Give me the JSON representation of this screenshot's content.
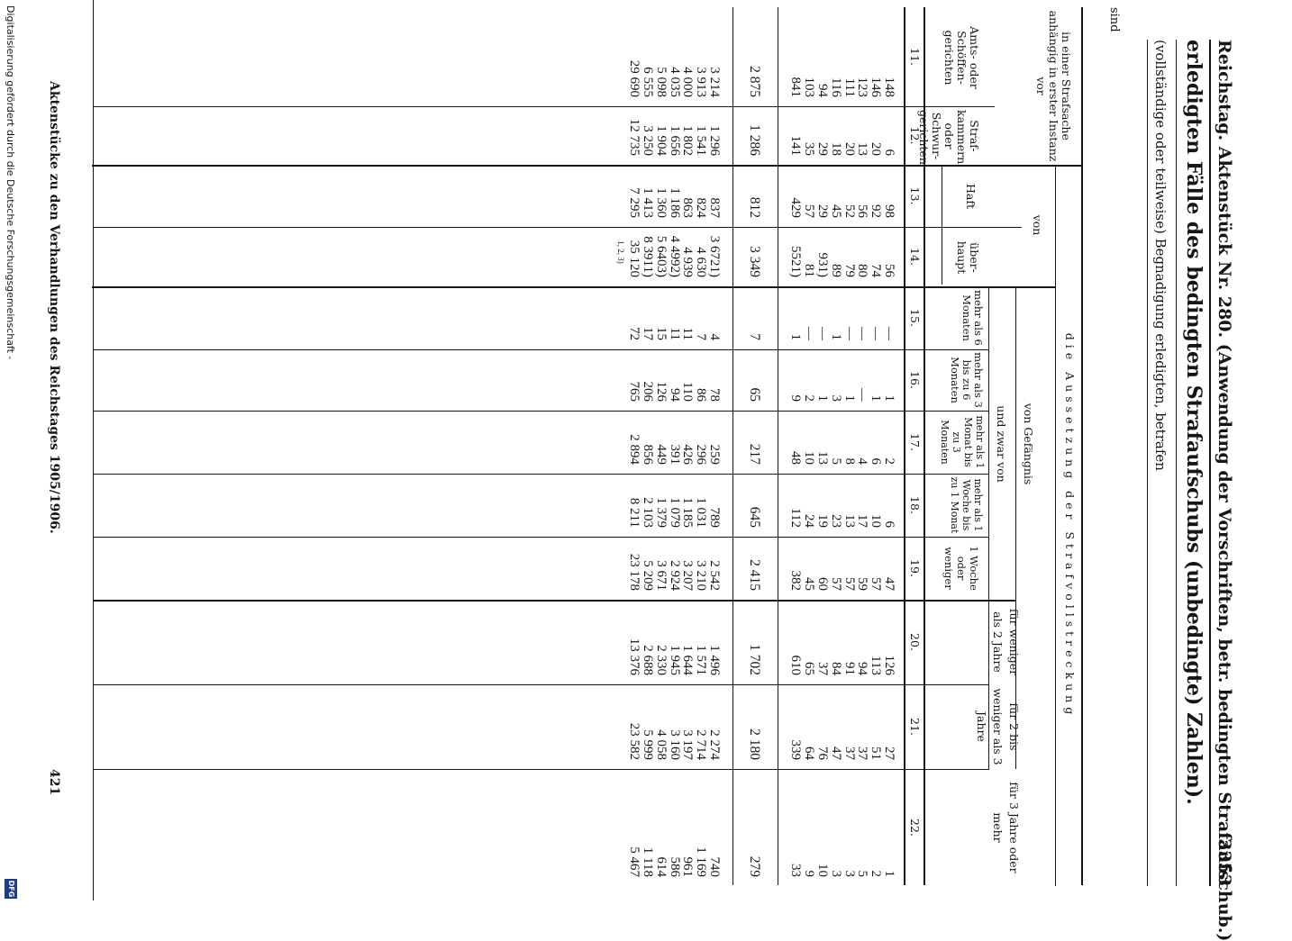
{
  "header": {
    "running_left": "Reichstag. Aktenstück Nr. 280. (Anwendung der Vorschriften, betr. bedingten Strafaufschub.)",
    "running_right": "3353",
    "title": "erledigten Fälle des bedingten Strafaufschubs (unbedingte) Zahlen).",
    "subtitle": "(vollständige oder teilweise) Begnadigung erledigten, betrafen",
    "sind": "sind"
  },
  "table": {
    "left_group": "in einer Strafsache anhängig in erster Instanz vor",
    "left_cols": [
      "Amts- oder Schöffen- gerichten",
      "Straf- kammern oder Schwur- gerichten"
    ],
    "top_group": "die Aussetzung der Strafvollstreckung",
    "von": "von",
    "haft": "Haft",
    "ueberhaupt": "über- haupt",
    "gefaengnis": "von Gefängnis",
    "und_zwar": "und zwar von",
    "sub_cols": [
      "mehr als 6 Monaten",
      "mehr als 3 bis zu 6 Monaten",
      "mehr als 1 Monat bis zu 3 Monaten",
      "mehr als 1 Woche bis zu 1 Monat",
      "1 Woche oder weniger"
    ],
    "fuer_cols": [
      "für weniger als 2 Jahre",
      "für 2 bis weniger als 3 Jahre",
      "für 3 Jahre oder mehr"
    ],
    "col_numbers": [
      "11.",
      "12.",
      "13.",
      "14.",
      "15.",
      "16.",
      "17.",
      "18.",
      "19.",
      "20.",
      "21.",
      "22."
    ],
    "block1": [
      [
        "148",
        "146",
        "123",
        "111",
        "116",
        "94",
        "103",
        "841"
      ],
      [
        "6",
        "20",
        "13",
        "20",
        "18",
        "29",
        "35",
        "141"
      ],
      [
        "98",
        "92",
        "56",
        "52",
        "45",
        "29",
        "57",
        "429"
      ],
      [
        "56",
        "74",
        "80",
        "79",
        "89",
        "931)",
        "81",
        "5521)"
      ],
      [
        "—",
        "—",
        "—",
        "—",
        "1",
        "—",
        "—",
        "1"
      ],
      [
        "1",
        "1",
        "—",
        "1",
        "3",
        "1",
        "2",
        "9"
      ],
      [
        "2",
        "6",
        "4",
        "8",
        "5",
        "13",
        "10",
        "48"
      ],
      [
        "6",
        "10",
        "17",
        "13",
        "23",
        "19",
        "24",
        "112"
      ],
      [
        "47",
        "57",
        "59",
        "57",
        "57",
        "60",
        "45",
        "382"
      ],
      [
        "126",
        "113",
        "94",
        "91",
        "84",
        "37",
        "65",
        "610"
      ],
      [
        "27",
        "51",
        "37",
        "37",
        "47",
        "76",
        "64",
        "339"
      ],
      [
        "1",
        "2",
        "5",
        "3",
        "3",
        "10",
        "9",
        "33"
      ]
    ],
    "block2": [
      "2 875",
      "1 286",
      "812",
      "3 349",
      "7",
      "65",
      "217",
      "645",
      "2 415",
      "1 702",
      "2 180",
      "279"
    ],
    "block3": [
      [
        "3 214",
        "3 913",
        "4 000",
        "4 035",
        "5 098",
        "6 555",
        "29 690"
      ],
      [
        "1 296",
        "1 541",
        "1 802",
        "1 656",
        "1 904",
        "3 250",
        "12 735"
      ],
      [
        "837",
        "824",
        "863",
        "1 186",
        "1 360",
        "1 413",
        "7 295"
      ],
      [
        "3 6721)",
        "4 630",
        "4 939",
        "4 4992)",
        "5 6403)",
        "8 3911)",
        "35 120"
      ],
      [
        "4",
        "7",
        "11",
        "11",
        "15",
        "17",
        "72"
      ],
      [
        "78",
        "86",
        "110",
        "94",
        "126",
        "206",
        "765"
      ],
      [
        "259",
        "296",
        "426",
        "391",
        "449",
        "856",
        "2 894"
      ],
      [
        "789",
        "1 031",
        "1 185",
        "1 079",
        "1 379",
        "2 103",
        "8 211"
      ],
      [
        "2 542",
        "3 210",
        "3 207",
        "2 924",
        "3 671",
        "5 209",
        "23 178"
      ],
      [
        "1 496",
        "1 571",
        "1 644",
        "1 945",
        "2 330",
        "2 688",
        "13 376"
      ],
      [
        "2 274",
        "2 714",
        "3 197",
        "3 160",
        "4 058",
        "5 999",
        "23 582"
      ],
      [
        "740",
        "1 169",
        "961",
        "586",
        "614",
        "1 118",
        "5 467"
      ]
    ],
    "footnote_mark": "1, 2, 3)"
  },
  "footer": {
    "left": "Aktenstücke zu den Verhandlungen des Reichstages 1905/1906.",
    "page_number": "421",
    "digitization": "Digitalisierung gefördert durch die Deutsche Forschungsgemeinschaft -",
    "logo": "DFG"
  }
}
